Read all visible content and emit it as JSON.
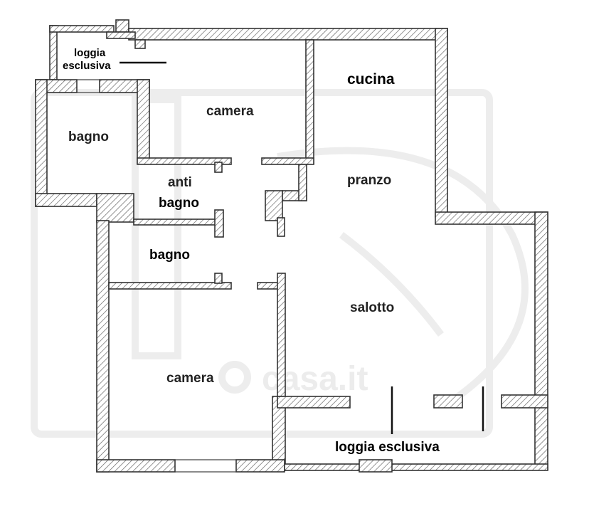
{
  "rooms": {
    "loggia_top": "loggia",
    "loggia_top_2": "esclusiva",
    "camera_top": "camera",
    "cucina": "cucina",
    "bagno_left": "bagno",
    "anti_bagno_1": "anti",
    "anti_bagno_2": "bagno",
    "pranzo": "pranzo",
    "bagno_mid": "bagno",
    "salotto": "salotto",
    "camera_bottom": "camera",
    "loggia_bottom": "loggia esclusiva"
  },
  "watermark": {
    "text": "casa.it"
  },
  "colors": {
    "wall_stroke": "#333333",
    "hatch": "#666666",
    "watermark": "#ececec"
  }
}
